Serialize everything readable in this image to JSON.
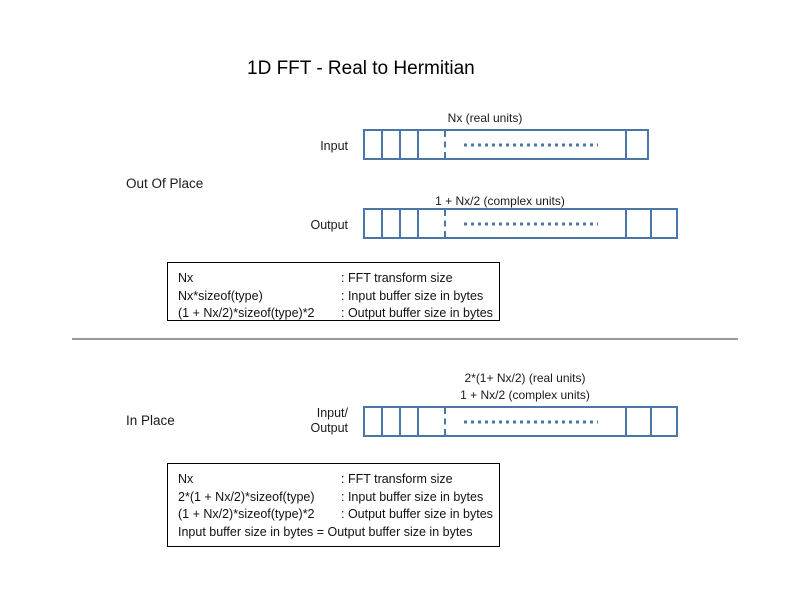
{
  "slide": {
    "title": "1D FFT - Real to Hermitian",
    "background_color": "#ffffff",
    "bar_color": "#4a77a8",
    "rule_color": "#9a9a9a",
    "box_border_color": "#000000"
  },
  "out_of_place": {
    "section_label": "Out Of Place",
    "input": {
      "row_label": "Input",
      "caption": "Nx (real units)"
    },
    "output": {
      "row_label": "Output",
      "caption": "1 + Nx/2 (complex units)"
    },
    "note": {
      "lines": [
        {
          "lhs": "Nx",
          "rhs": ": FFT transform size"
        },
        {
          "lhs": "Nx*sizeof(type)",
          "rhs": ": Input buffer size in bytes"
        },
        {
          "lhs": "(1 + Nx/2)*sizeof(type)*2",
          "rhs": ": Output buffer size in bytes"
        }
      ]
    }
  },
  "in_place": {
    "section_label": "In Place",
    "io": {
      "row_label_line1": "Input/",
      "row_label_line2": "Output",
      "caption_line1": "2*(1+ Nx/2) (real units)",
      "caption_line2": "1 + Nx/2 (complex units)"
    },
    "note": {
      "lines": [
        {
          "lhs": "Nx",
          "rhs": ": FFT transform size"
        },
        {
          "lhs": "2*(1 + Nx/2)*sizeof(type)",
          "rhs": ": Input buffer size in bytes"
        },
        {
          "lhs": "(1 + Nx/2)*sizeof(type)*2",
          "rhs": ": Output buffer size in bytes"
        },
        {
          "lhs": "Input buffer size in bytes = Output buffer size in bytes",
          "rhs": "",
          "full": true
        }
      ]
    }
  }
}
